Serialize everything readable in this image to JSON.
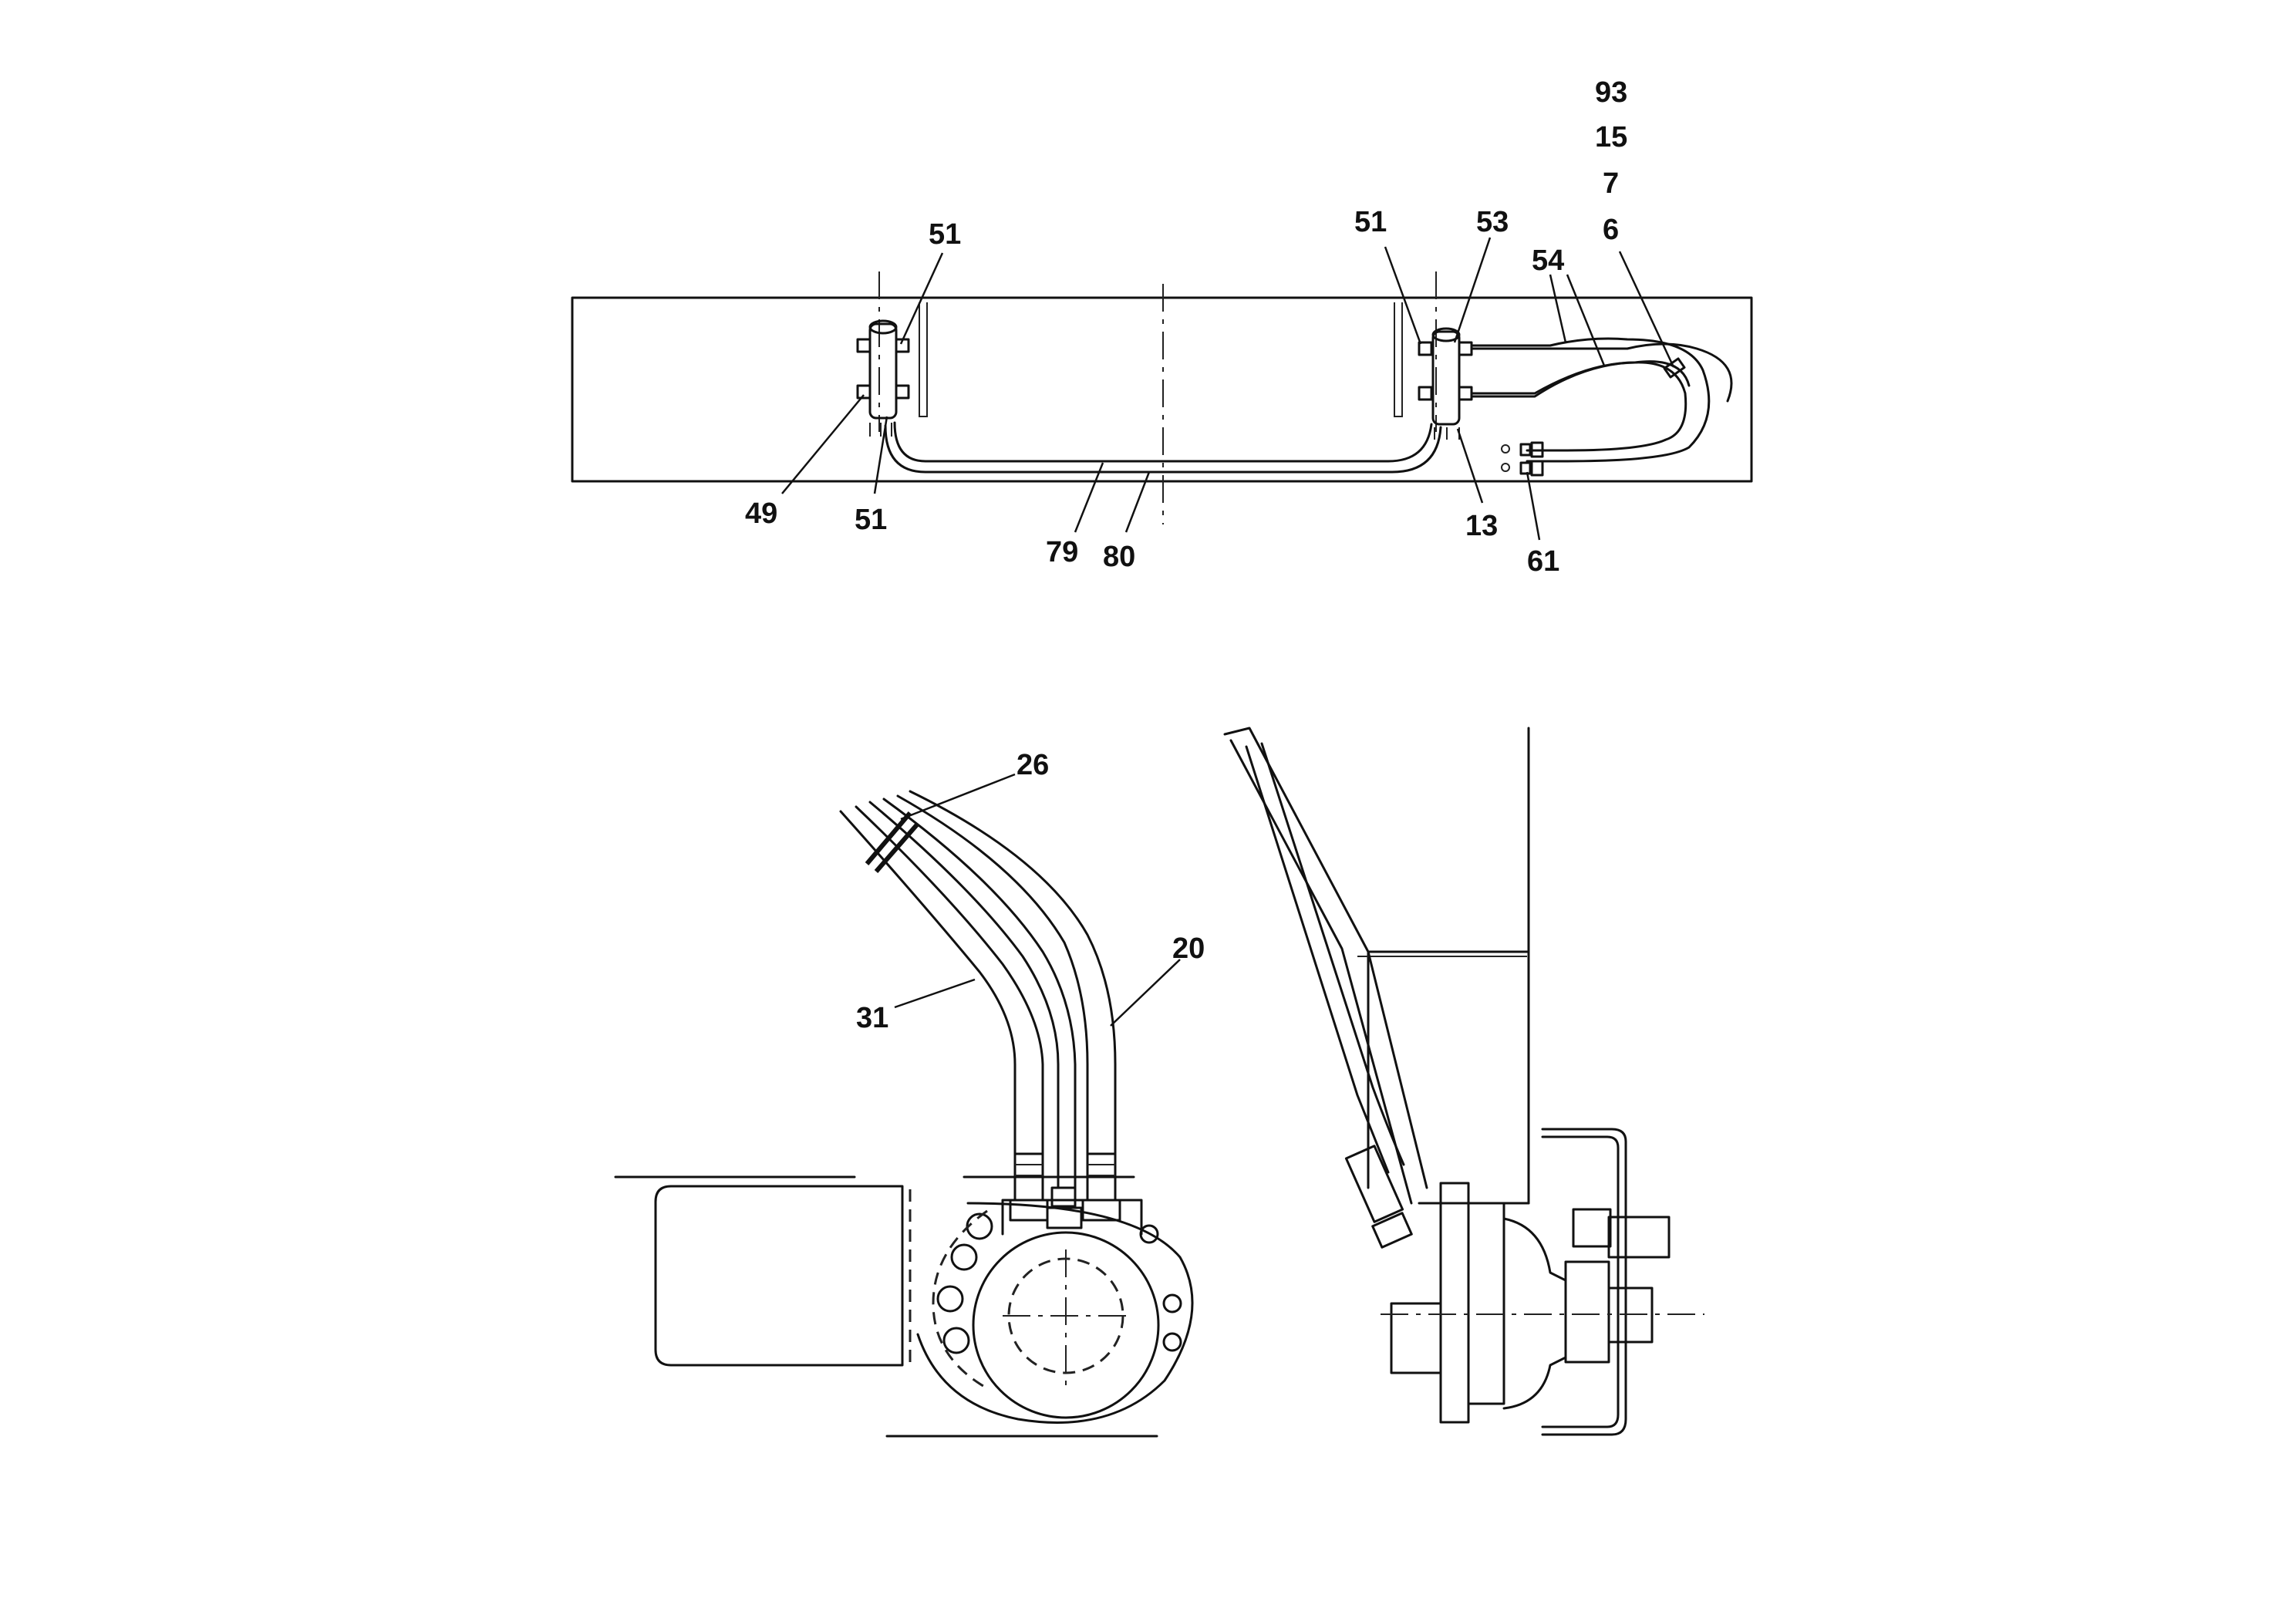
{
  "diagram": {
    "top_view": {
      "callouts": {
        "stack_93": "93",
        "stack_15": "15",
        "stack_7": "7",
        "stack_6": "6",
        "c51_left_top": "51",
        "c49": "49",
        "c51_left_bottom": "51",
        "c79": "79",
        "c80": "80",
        "c51_right": "51",
        "c53": "53",
        "c54": "54",
        "c13": "13",
        "c61": "61"
      }
    },
    "front_view": {
      "callouts": {
        "c26": "26",
        "c20": "20",
        "c31": "31"
      }
    },
    "side_view": {}
  }
}
